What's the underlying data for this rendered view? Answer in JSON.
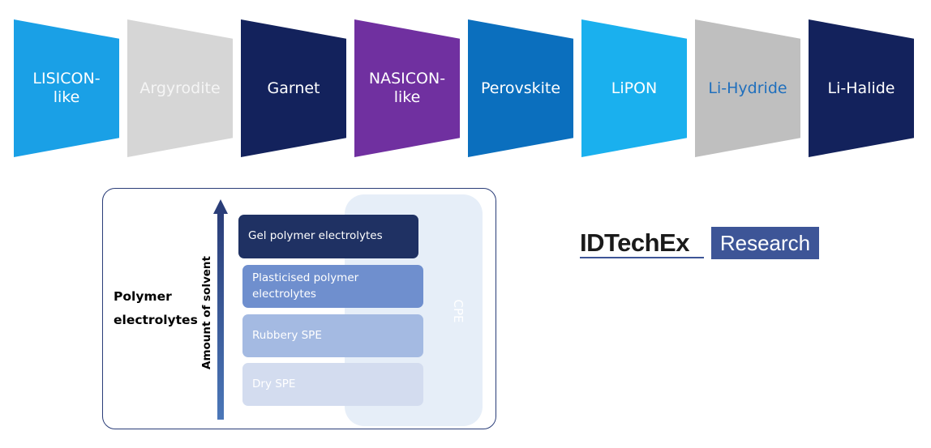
{
  "electrolyte_types": [
    {
      "lines": [
        "LISICON-",
        "like"
      ],
      "bg": "#1aa0e6",
      "fg": "#ffffff"
    },
    {
      "lines": [
        "Argyrodite"
      ],
      "bg": "#d6d6d6",
      "fg": "#f5f5f5"
    },
    {
      "lines": [
        "Garnet"
      ],
      "bg": "#13225c",
      "fg": "#ffffff"
    },
    {
      "lines": [
        "NASICON-",
        "like"
      ],
      "bg": "#7030a0",
      "fg": "#ffffff"
    },
    {
      "lines": [
        "Perovskite"
      ],
      "bg": "#0b6fbe",
      "fg": "#ffffff"
    },
    {
      "lines": [
        "LiPON"
      ],
      "bg": "#1ab0ee",
      "fg": "#ffffff"
    },
    {
      "lines": [
        "Li-Hydride"
      ],
      "bg": "#bfbfbf",
      "fg": "#1f6fbd"
    },
    {
      "lines": [
        "Li-Halide"
      ],
      "bg": "#13225c",
      "fg": "#ffffff"
    }
  ],
  "polymer": {
    "title_lines": [
      "Polymer",
      "electrolytes"
    ],
    "axis_label": "Amount of solvent",
    "cpe_label": "CPE",
    "layers": [
      {
        "lines": [
          "Gel polymer electrolytes"
        ],
        "color": "#1f3163"
      },
      {
        "lines": [
          "Plasticised polymer",
          "electrolytes"
        ],
        "color": "#6f8fce"
      },
      {
        "lines": [
          "Rubbery SPE"
        ],
        "color": "#a4bae2"
      },
      {
        "lines": [
          "Dry SPE"
        ],
        "color": "#d3dcef"
      }
    ]
  },
  "logo": {
    "brand": "IDTechEx",
    "tag": "Research"
  }
}
